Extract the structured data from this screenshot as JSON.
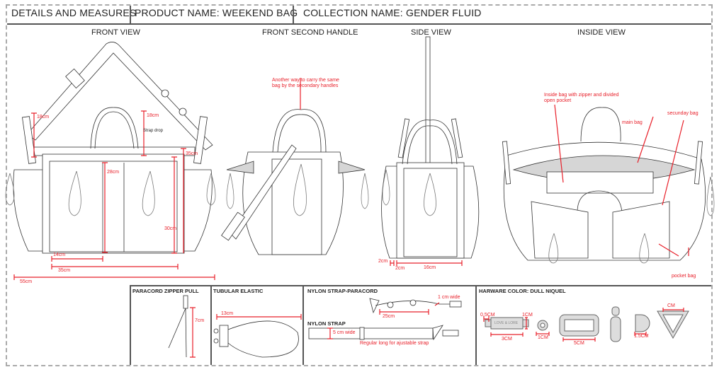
{
  "header": {
    "section": "DETAILS AND MEASURES",
    "product": "PRODUCT NAME: WEEKEND BAG",
    "collection": "COLLECTION NAME: GENDER FLUID"
  },
  "views": {
    "front": {
      "title": "FRONT VIEW",
      "dims": {
        "strap_drop_1": "18cm",
        "strap_drop_2": "18cm",
        "strap_drop_label": "Strap drop",
        "pocket_height": "28cm",
        "body_height": "30cm",
        "side_height": "35cm",
        "pocket_width": "14cm",
        "body_width": "35cm",
        "total_width": "55cm"
      }
    },
    "front_second_handle": {
      "title": "FRONT SECOND HANDLE",
      "note": "Another way to carry the same bag by the secondary handles"
    },
    "side": {
      "title": "SIDE VIEW",
      "dims": {
        "a": "2cm",
        "b": "2cm",
        "c": "16cm"
      }
    },
    "inside": {
      "title": "INSIDE VIEW",
      "notes": {
        "inside": "Inside bag with zipper and divided open pocket",
        "main": "main bag",
        "secondary": "secunday bag",
        "pocket": "pocket bag"
      }
    }
  },
  "details": {
    "zipper_pull": {
      "title": "PARACORD ZIPPER PULL",
      "dim": "7cm"
    },
    "elastic": {
      "title": "TUBULAR ELASTIC",
      "dim": "13cm"
    },
    "strap_paracord": {
      "title": "NYLON STRAP-PARACORD",
      "width": "1 cm wide",
      "length": "25cm"
    },
    "nylon_strap": {
      "title": "NYLON STRAP",
      "width": "5 cm wide",
      "note": "Regular long for ajustable strap"
    },
    "hardware": {
      "title": "HARWARE COLOR: DULL NIQUEL",
      "logo": "LOVE & LORE",
      "dims": {
        "tab_end": "0.5CM",
        "tab_h": "1CM",
        "tab_w": "3CM",
        "eyelet": "1CM",
        "slider": "5CM",
        "dring": "1.5CM",
        "triangle": "CM"
      }
    }
  }
}
